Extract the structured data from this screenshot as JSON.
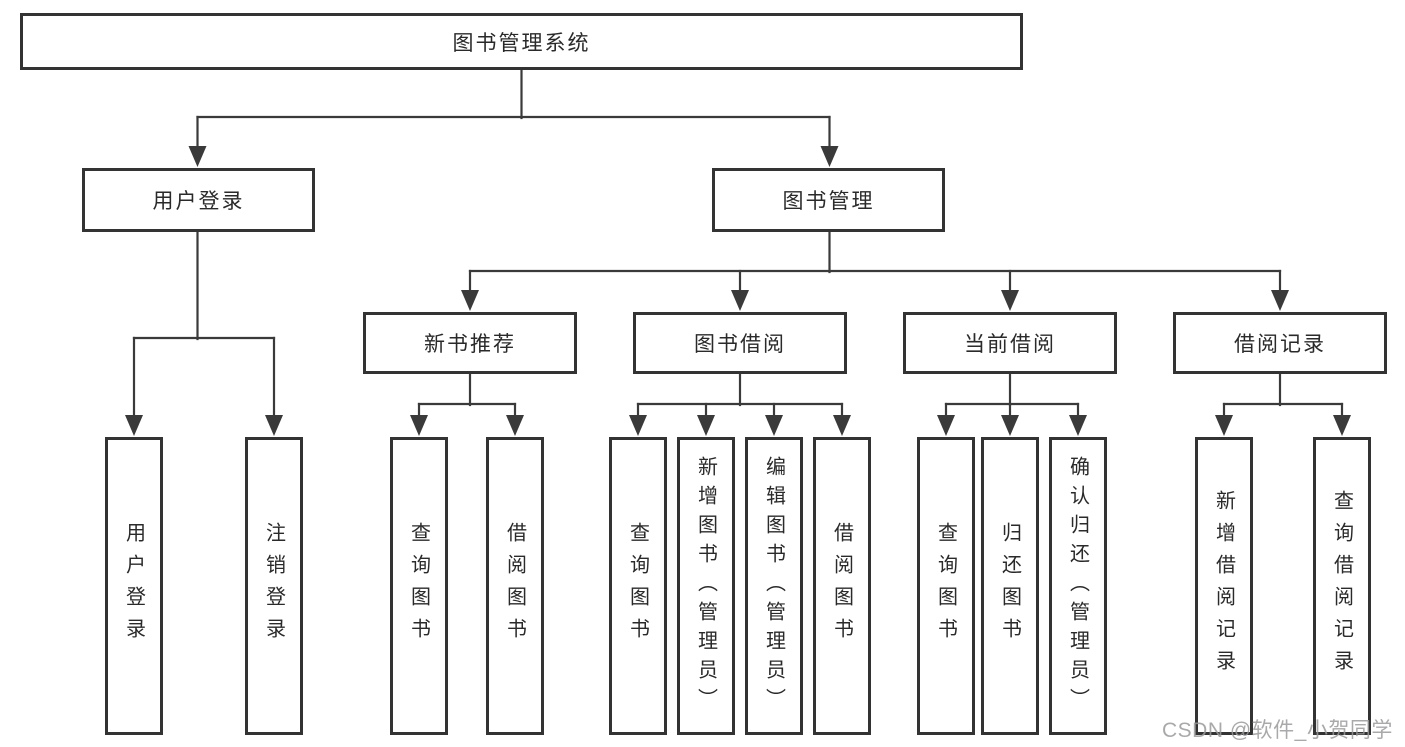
{
  "tree": {
    "root": {
      "label": "图书管理系统",
      "children": [
        {
          "label": "用户登录",
          "children": [
            {
              "label": "用户登录"
            },
            {
              "label": "注销登录"
            }
          ]
        },
        {
          "label": "图书管理",
          "children": [
            {
              "label": "新书推荐",
              "children": [
                {
                  "label": "查询图书"
                },
                {
                  "label": "借阅图书"
                }
              ]
            },
            {
              "label": "图书借阅",
              "children": [
                {
                  "label": "查询图书"
                },
                {
                  "label": "新增图书（管理员）"
                },
                {
                  "label": "编辑图书（管理员）"
                },
                {
                  "label": "借阅图书"
                }
              ]
            },
            {
              "label": "当前借阅",
              "children": [
                {
                  "label": "查询图书"
                },
                {
                  "label": "归还图书"
                },
                {
                  "label": "确认归还（管理员）"
                }
              ]
            },
            {
              "label": "借阅记录",
              "children": [
                {
                  "label": "新增借阅记录"
                },
                {
                  "label": "查询借阅记录"
                }
              ]
            }
          ]
        }
      ]
    }
  },
  "watermark": {
    "text": "CSDN @软件_小贺同学",
    "color": "#9b9b9d"
  },
  "colors": {
    "line": "#3a3a3a",
    "border": "#333333",
    "text": "#2a2a2a",
    "background": "#ffffff"
  }
}
